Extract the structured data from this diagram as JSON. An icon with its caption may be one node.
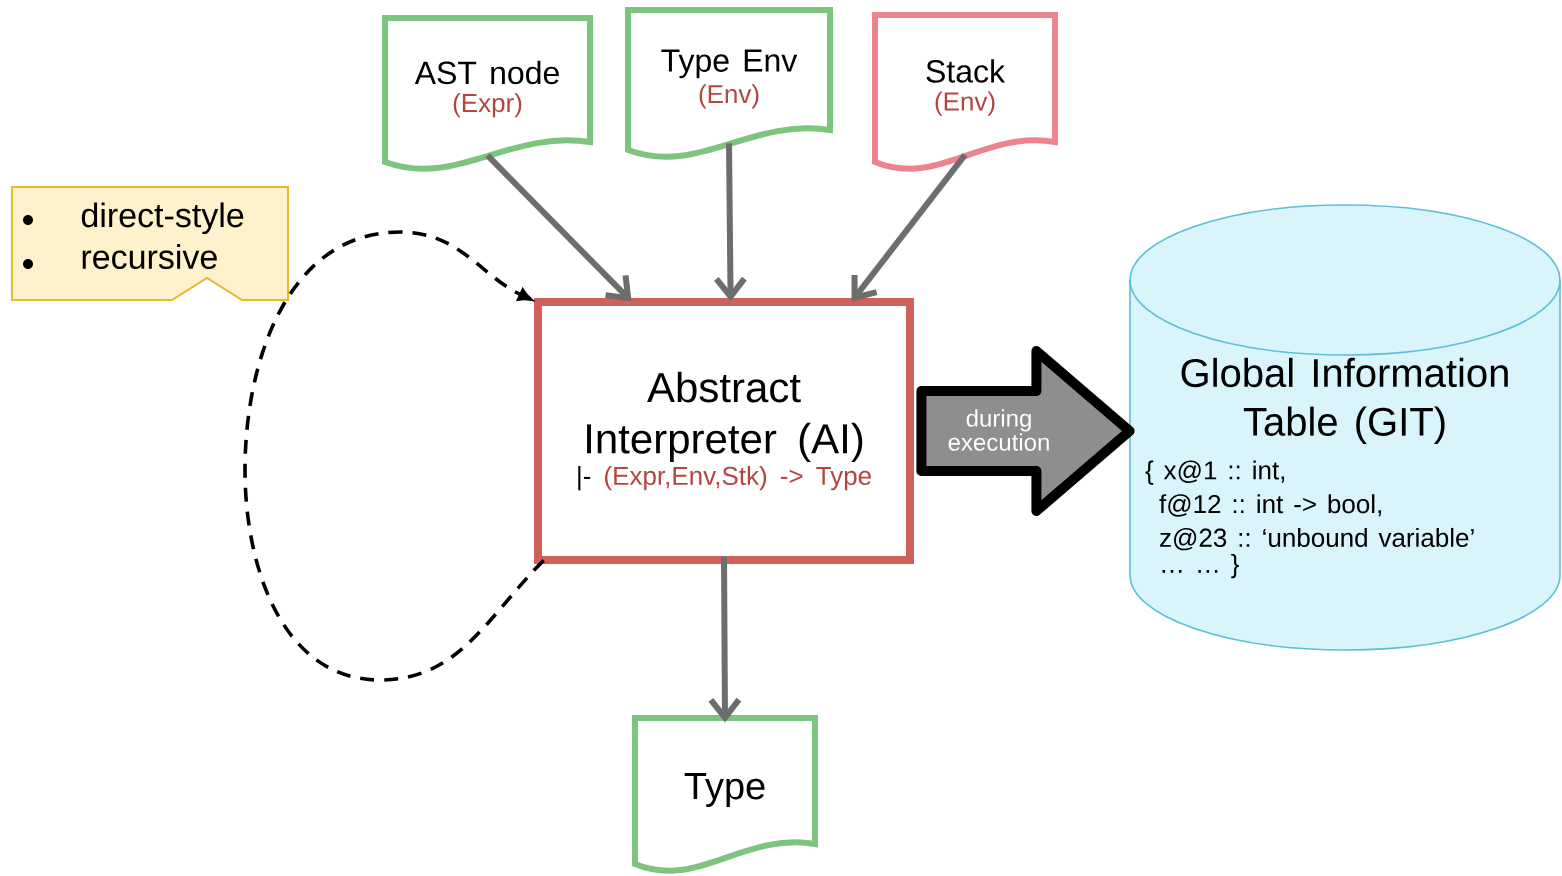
{
  "diagram": {
    "nodes": [
      {
        "text": [
          "AST node",
          "(Expr)"
        ]
      },
      {
        "text": [
          "Type Env",
          "(Env)"
        ]
      },
      {
        "text": [
          "Stack",
          "(Env)"
        ]
      },
      {
        "text": [
          "direct-style",
          "recursive"
        ]
      },
      {
        "text": [
          "Abstract Interpreter (AI)",
          "|-",
          "(Expr,Env,Stk) -> Type"
        ]
      },
      {
        "text": [
          "Global Information Table (GIT)",
          "{ x@1 :: int,",
          "f@12 :: int -> bool,",
          "z@23 :: ‘unbound variable’",
          "… … }"
        ]
      },
      {
        "text": [
          "Type"
        ]
      }
    ],
    "edges": [
      {
        "from": 0,
        "to": 4,
        "arrow": "to"
      },
      {
        "from": 1,
        "to": 4,
        "arrow": "to"
      },
      {
        "from": 2,
        "to": 4,
        "arrow": "to"
      },
      {
        "from": 4,
        "to": 4,
        "arrow": "to",
        "style": "dashed",
        "color": "#000000"
      },
      {
        "from": 4,
        "to": 5,
        "arrow": "to",
        "label": "during execution",
        "style": "thick",
        "color": "#000000"
      },
      {
        "from": 4,
        "to": 6,
        "arrow": "to"
      }
    ]
  }
}
